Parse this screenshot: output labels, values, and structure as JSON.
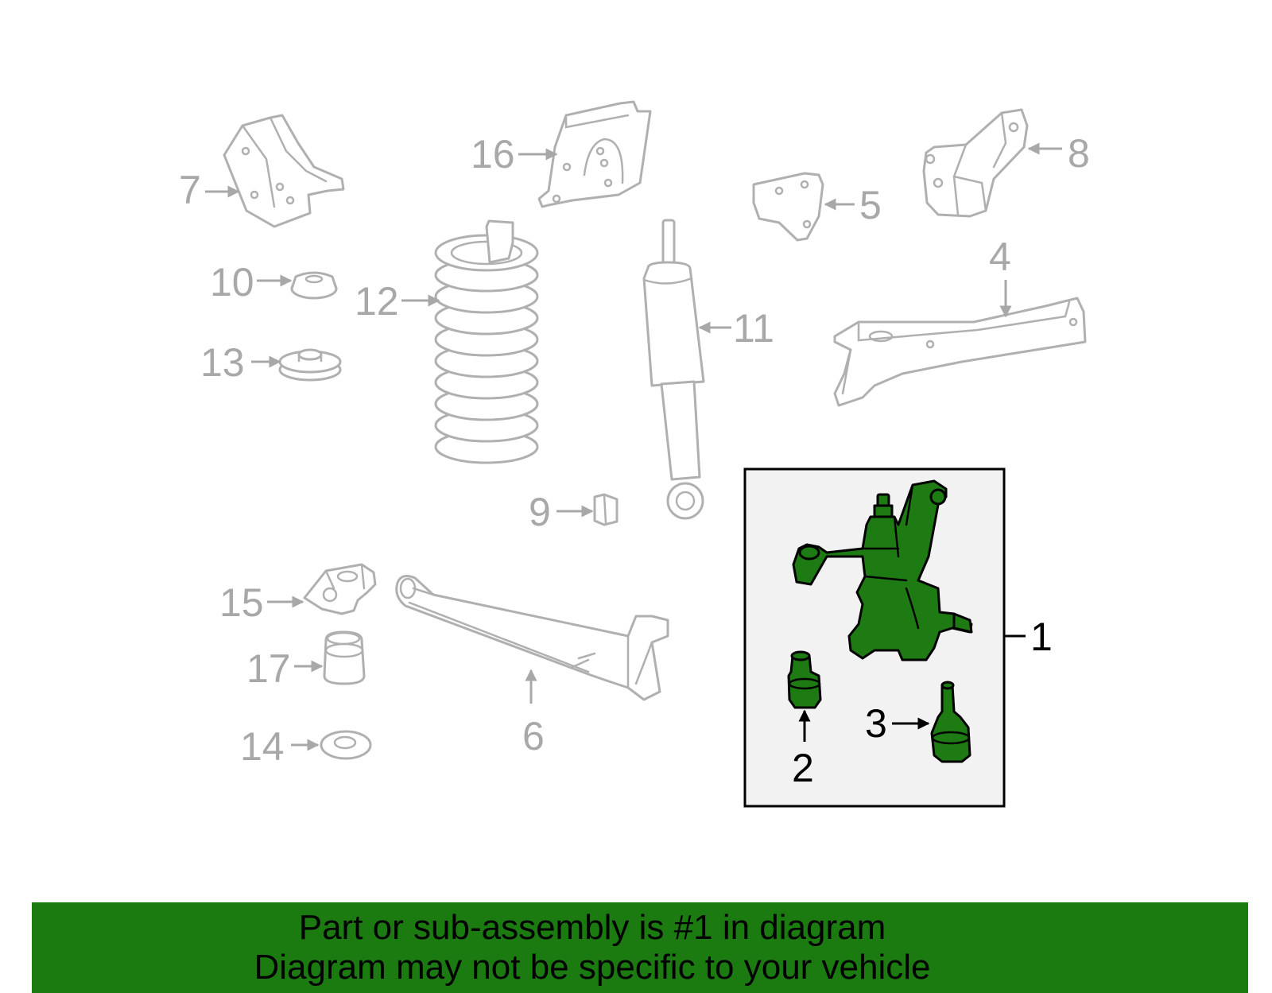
{
  "callouts": {
    "c1": "1",
    "c2": "2",
    "c3": "3",
    "c4": "4",
    "c5": "5",
    "c6": "6",
    "c7": "7",
    "c8": "8",
    "c9": "9",
    "c10": "10",
    "c11": "11",
    "c12": "12",
    "c13": "13",
    "c14": "14",
    "c15": "15",
    "c16": "16",
    "c17": "17"
  },
  "banner": {
    "line1": "Part or sub-assembly is #1 in diagram",
    "line2": "Diagram may not be specific to your vehicle"
  },
  "colors": {
    "highlight_part": "#1e7a12",
    "banner_background": "#1b7a10",
    "unselected_part_line": "#b0b0b0",
    "callout_gray": "#a8a8a8",
    "inset_background": "#f2f2f2"
  }
}
